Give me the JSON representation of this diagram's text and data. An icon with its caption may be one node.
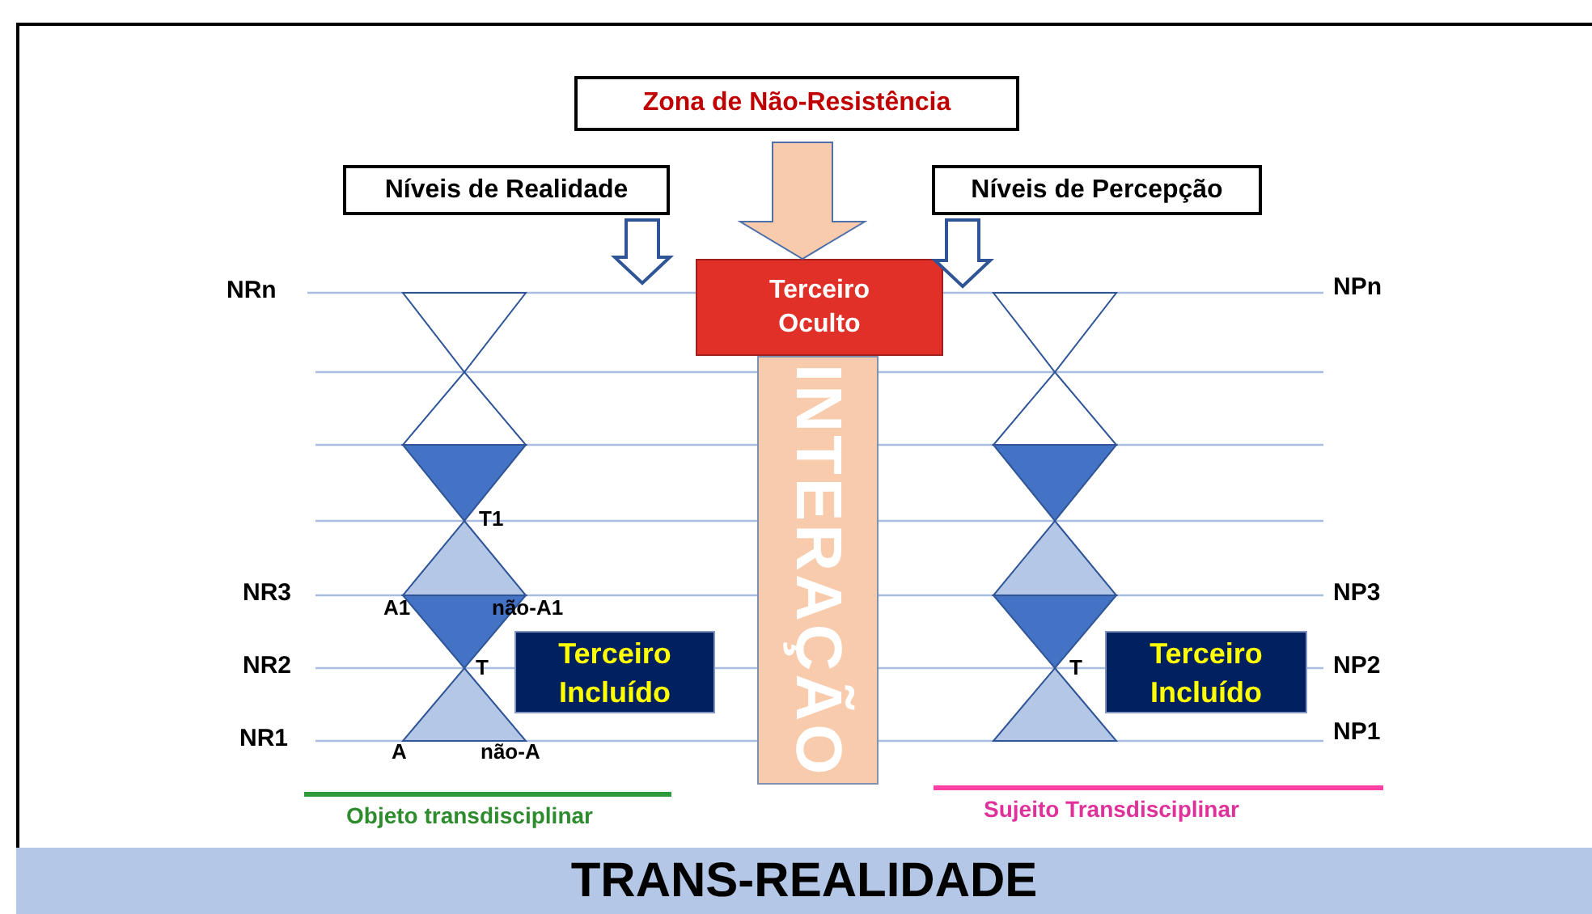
{
  "diagram": {
    "nodes": [
      {
        "text": [
          "Zona de Não-Resistência"
        ]
      },
      {
        "text": [
          "Níveis de Realidade"
        ]
      },
      {
        "text": [
          "Níveis de Percepção"
        ]
      },
      {
        "text": [
          "Terceiro Oculto"
        ]
      },
      {
        "text": [
          "INTERAÇÃO"
        ]
      },
      {
        "text": [
          "Terceiro Incluído"
        ]
      },
      {
        "text": [
          "Terceiro Incluído"
        ]
      },
      {
        "text": [
          "TRANS-REALIDADE"
        ]
      }
    ],
    "edges": [
      {
        "from": 0,
        "to": 3,
        "arrow": "to",
        "style": "thick",
        "color": "#f8cbad"
      },
      {
        "from": 1,
        "to": null,
        "arrow": "to"
      },
      {
        "from": 2,
        "to": null,
        "arrow": "to"
      }
    ],
    "labels": [
      "NRn",
      "NPn",
      "T1",
      "NR3",
      "A1",
      "não-A1",
      "NP3",
      "NR2",
      "T",
      "T",
      "NP2",
      "NR1",
      "A",
      "não-A",
      "NP1",
      "Objeto transdisciplinar",
      "Sujeito Transdisciplinar"
    ]
  }
}
